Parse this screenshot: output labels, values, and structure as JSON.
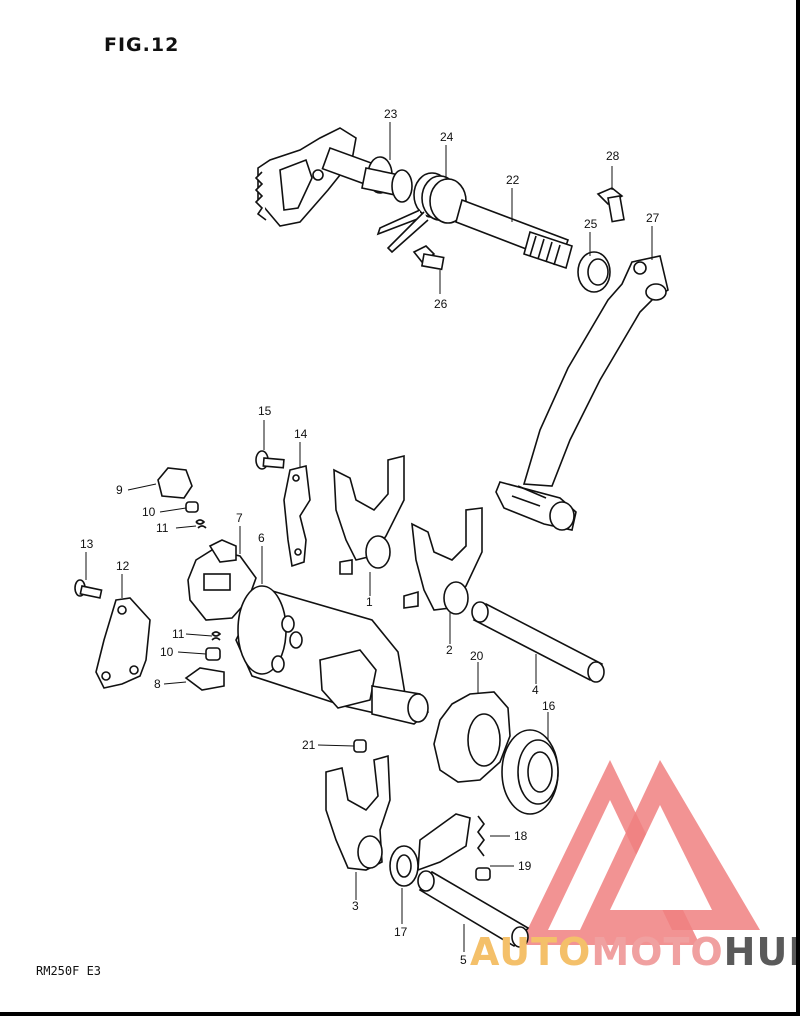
{
  "figure_title": "FIG.12",
  "model_code": "RM250F  E3",
  "watermark": {
    "part1": "AUTO",
    "part2": "MOTO",
    "part3": "HUB",
    "colors": {
      "triangle": "#f08080",
      "auto": "#f4c06a",
      "moto": "#f0a0a0",
      "hub": "#5a5a5a"
    }
  },
  "callouts": {
    "c1": "1",
    "c2": "2",
    "c3": "3",
    "c4": "4",
    "c5": "5",
    "c6": "6",
    "c7": "7",
    "c8": "8",
    "c9": "9",
    "c10a": "10",
    "c10b": "10",
    "c11a": "11",
    "c11b": "11",
    "c12": "12",
    "c13": "13",
    "c14": "14",
    "c15": "15",
    "c16": "16",
    "c17": "17",
    "c18": "18",
    "c19": "19",
    "c20": "20",
    "c21": "21",
    "c22": "22",
    "c23": "23",
    "c24": "24",
    "c25": "25",
    "c26": "26",
    "c27": "27",
    "c28": "28"
  }
}
